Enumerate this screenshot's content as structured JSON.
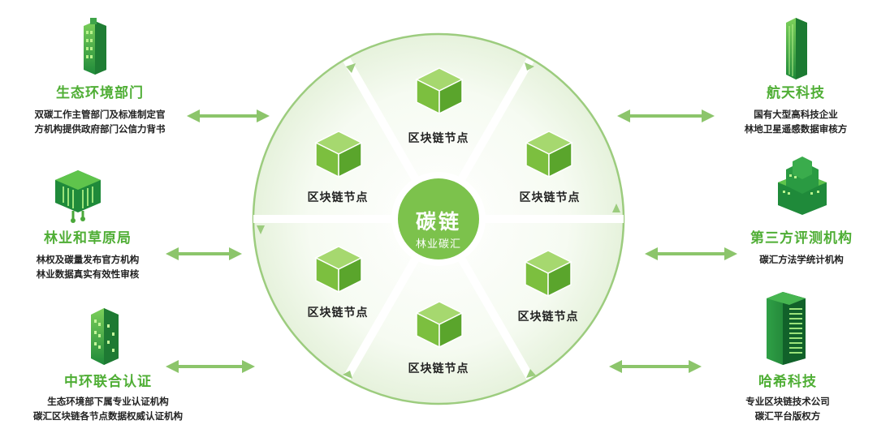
{
  "hub": {
    "title": "碳链",
    "subtitle": "林业碳汇"
  },
  "nodes": [
    {
      "label": "区块链节点"
    },
    {
      "label": "区块链节点"
    },
    {
      "label": "区块链节点"
    },
    {
      "label": "区块链节点"
    },
    {
      "label": "区块链节点"
    },
    {
      "label": "区块链节点"
    }
  ],
  "parties": [
    {
      "name": "生态环境部门",
      "desc1": "双碳工作主管部门及标准制定官",
      "desc2": "方机构提供政府部门公信力背书",
      "icon": "office-tower-icon"
    },
    {
      "name": "林业和草原局",
      "desc1": "林权及碳量发布官方机构",
      "desc2": "林业数据真实有效性审核",
      "icon": "chip-building-icon"
    },
    {
      "name": "中环联合认证",
      "desc1": "生态环境部下属专业认证机构",
      "desc2": "碳汇区块链各节点数据权威认证机构",
      "icon": "tower-building-icon"
    },
    {
      "name": "航天科技",
      "desc1": "国有大型高科技企业",
      "desc2": "林地卫星遥感数据审核方",
      "icon": "skyscraper-icon"
    },
    {
      "name": "第三方评测机构",
      "desc1": "碳汇方法学统计机构",
      "desc2": "",
      "icon": "stepped-building-icon"
    },
    {
      "name": "哈希科技",
      "desc1": "专业区块链技术公司",
      "desc2": "碳汇平台版权方",
      "icon": "server-tower-icon"
    }
  ],
  "colors": {
    "green": "#4fae35",
    "light_green": "#8cc56b",
    "pale_green": "#eef6e8",
    "dark_green": "#2e8b2e"
  }
}
